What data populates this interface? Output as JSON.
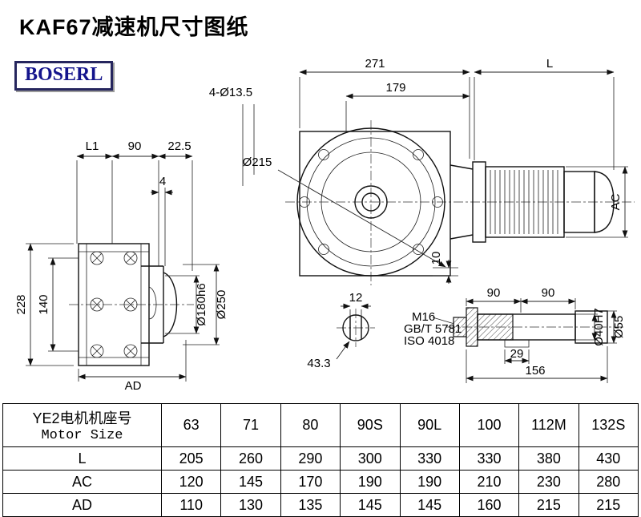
{
  "page": {
    "title": "KAF67减速机尺寸图纸",
    "brand": "BOSERL"
  },
  "dims": {
    "top_271": "271",
    "top_179": "179",
    "top_L": "L",
    "bolt_holes": "4-Ø13.5",
    "flange_dia": "Ø215",
    "motor_ac": "AC",
    "foot_10": "10",
    "side_L1": "L1",
    "side_90": "90",
    "side_22_5": "22.5",
    "side_4": "4",
    "side_228": "228",
    "side_140": "140",
    "side_AD": "AD",
    "side_d180": "Ø180h6",
    "side_d250": "Ø250",
    "shaft_end_12": "12",
    "shaft_end_43_3": "43.3",
    "shaft_90a": "90",
    "shaft_90b": "90",
    "shaft_M16": "M16",
    "shaft_gbt": "GB/T 5781",
    "shaft_iso": "ISO 4018",
    "shaft_29": "29",
    "shaft_156": "156",
    "shaft_d40": "Ø40H7",
    "shaft_d55": "Ø55"
  },
  "table": {
    "header": {
      "cn": "YE2电机机座号",
      "en": "Motor Size"
    },
    "sizes": [
      "63",
      "71",
      "80",
      "90S",
      "90L",
      "100",
      "112M",
      "132S"
    ],
    "rows": [
      {
        "label": "L",
        "values": [
          "205",
          "260",
          "290",
          "300",
          "330",
          "330",
          "380",
          "430"
        ]
      },
      {
        "label": "AC",
        "values": [
          "120",
          "145",
          "170",
          "190",
          "190",
          "210",
          "230",
          "280"
        ]
      },
      {
        "label": "AD",
        "values": [
          "110",
          "130",
          "135",
          "145",
          "145",
          "160",
          "215",
          "215"
        ]
      }
    ]
  }
}
